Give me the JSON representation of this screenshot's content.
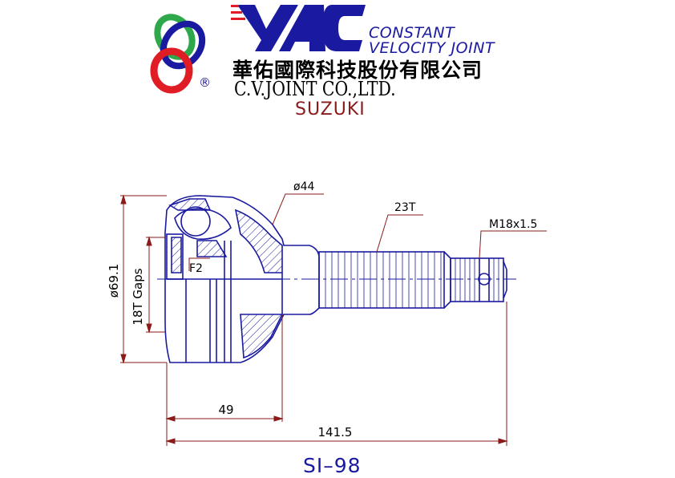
{
  "header": {
    "tagline_line1": "CONSTANT",
    "tagline_line2": "VELOCITY JOINT",
    "company_cn": "華佑國際科技股份有限公司",
    "company_en": "C.V.JOINT CO.,LTD.",
    "make": "SUZUKI",
    "registered": "®",
    "brand_colors": {
      "blue": "#1a1aa0",
      "red": "#e01c24",
      "green": "#2ea84a"
    }
  },
  "drawing": {
    "labels": {
      "outer_dia": "ø69.1",
      "abs_gaps": "18T Gaps",
      "ball_label": "F2",
      "neck_dia": "ø44",
      "spline": "23T",
      "thread": "M18x1.5",
      "bell_length": "49",
      "overall_length": "141.5"
    },
    "colors": {
      "line": "#1a1aa0",
      "dim": "#8b1a1a",
      "hatch": "#1a1aa0"
    }
  },
  "footer": {
    "part_number": "SI–98"
  }
}
